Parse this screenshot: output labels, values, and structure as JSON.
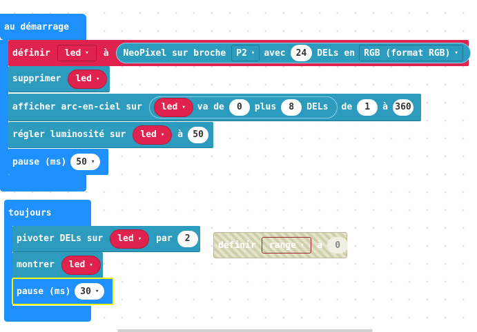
{
  "start_block": {
    "label": "au démarrage",
    "define": {
      "label": "définir",
      "var": "led",
      "to": "à",
      "neopixel": "NeoPixel sur broche",
      "pin": "P2",
      "with": "avec",
      "count": "24",
      "leds_in": "DELs en",
      "mode": "RGB (format RGB)"
    },
    "clear": {
      "label": "supprimer",
      "var": "led"
    },
    "rainbow": {
      "label": "afficher arc-en-ciel sur",
      "var": "led",
      "from": "va de",
      "start": "0",
      "plus": "plus",
      "len": "8",
      "leds": "DELs",
      "of": "de",
      "hue_start": "1",
      "to": "à",
      "hue_end": "360"
    },
    "brightness": {
      "label": "régler luminosité sur",
      "var": "led",
      "to": "à",
      "value": "50"
    },
    "pause": {
      "label": "pause (ms)",
      "value": "50"
    }
  },
  "forever_block": {
    "label": "toujours",
    "rotate": {
      "label": "pivoter DELs sur",
      "var": "led",
      "by": "par",
      "value": "2"
    },
    "show": {
      "label": "montrer",
      "var": "led"
    },
    "pause": {
      "label": "pause (ms)",
      "value": "30"
    }
  },
  "disabled_block": {
    "label": "définir",
    "var": "range",
    "to": "à",
    "value": "0"
  },
  "icons": {
    "dropdown": "▾"
  }
}
